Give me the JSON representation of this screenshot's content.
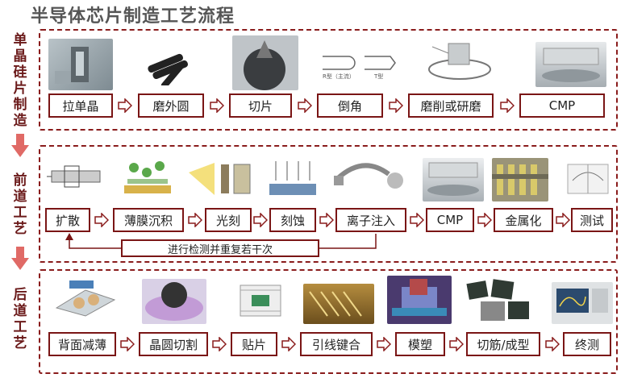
{
  "title": "半导体芯片制造工艺流程",
  "colors": {
    "accent": "#7a1515",
    "arrow": "#d9534f"
  },
  "sections": [
    {
      "label": [
        "单",
        "晶",
        "硅",
        "片",
        "制",
        "造"
      ],
      "steps": [
        "拉单晶",
        "磨外圆",
        "切片",
        "倒角",
        "磨削或研磨",
        "CMP"
      ]
    },
    {
      "label": [
        "前",
        "道",
        "工",
        "艺"
      ],
      "steps": [
        "扩散",
        "薄膜沉积",
        "光刻",
        "刻蚀",
        "离子注入",
        "CMP",
        "金属化",
        "测试"
      ],
      "loop_text": "进行检测并重复若干次"
    },
    {
      "label": [
        "后",
        "道",
        "工",
        "艺"
      ],
      "steps": [
        "背面减薄",
        "晶圆切割",
        "贴片",
        "引线键合",
        "模塑",
        "切筋/成型",
        "终测"
      ]
    }
  ],
  "image_captions": {
    "chamfer_left": "R型（主流）",
    "chamfer_right": "T型"
  }
}
